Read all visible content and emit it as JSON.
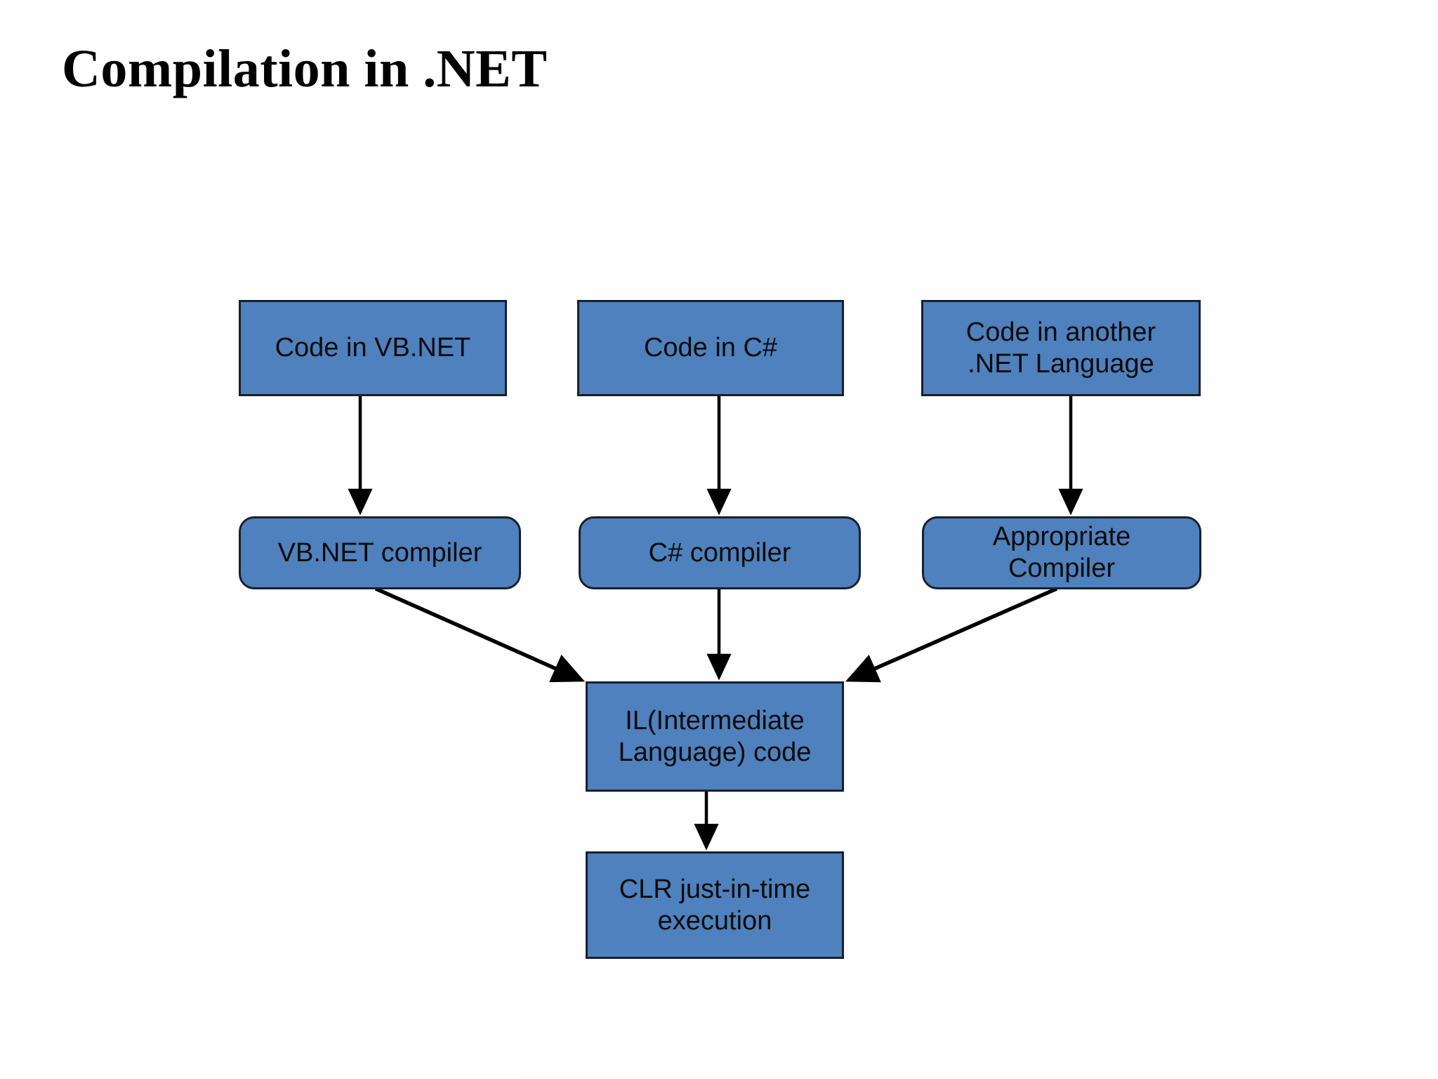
{
  "slide": {
    "title": "Compilation in .NET",
    "background_color": "#ffffff"
  },
  "theme": {
    "node_fill": "#4E81BD",
    "node_border": "#17202b",
    "node_text": "#0b0b0b",
    "connector_color": "#000000"
  },
  "diagram": {
    "type": "flowchart",
    "nodes": [
      {
        "id": "vb-code",
        "label": "Code in VB.NET",
        "shape": "rectangle",
        "row": 1,
        "column": 1
      },
      {
        "id": "cs-code",
        "label": "Code in C#",
        "shape": "rectangle",
        "row": 1,
        "column": 2
      },
      {
        "id": "other-code",
        "label_line1": "Code in another",
        "label_line2": ".NET Language",
        "shape": "rectangle",
        "row": 1,
        "column": 3
      },
      {
        "id": "vb-compiler",
        "label": "VB.NET compiler",
        "shape": "rounded-rectangle",
        "row": 2,
        "column": 1
      },
      {
        "id": "cs-compiler",
        "label": "C# compiler",
        "shape": "rounded-rectangle",
        "row": 2,
        "column": 2
      },
      {
        "id": "app-compiler",
        "label_line1": "Appropriate",
        "label_line2": "Compiler",
        "shape": "rounded-rectangle",
        "row": 2,
        "column": 3
      },
      {
        "id": "il-code",
        "label_line1": "IL(Intermediate",
        "label_line2": "Language) code",
        "shape": "rectangle",
        "row": 3,
        "column": 2
      },
      {
        "id": "clr",
        "label_line1": "CLR just-in-time",
        "label_line2": "execution",
        "shape": "rectangle",
        "row": 4,
        "column": 2
      }
    ],
    "edges": [
      {
        "from": "vb-code",
        "to": "vb-compiler",
        "style": "straight-down"
      },
      {
        "from": "cs-code",
        "to": "cs-compiler",
        "style": "straight-down"
      },
      {
        "from": "other-code",
        "to": "app-compiler",
        "style": "straight-down"
      },
      {
        "from": "vb-compiler",
        "to": "il-code",
        "style": "diagonal-down-right"
      },
      {
        "from": "cs-compiler",
        "to": "il-code",
        "style": "straight-down"
      },
      {
        "from": "app-compiler",
        "to": "il-code",
        "style": "diagonal-down-left"
      },
      {
        "from": "il-code",
        "to": "clr",
        "style": "straight-down"
      }
    ]
  }
}
